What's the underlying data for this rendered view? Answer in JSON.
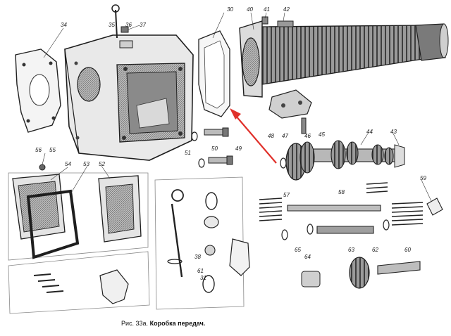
{
  "caption": {
    "prefix": "Рис. 33а.",
    "title": "Коробка передач."
  },
  "colors": {
    "ink": "#1e1e1e",
    "shade": "#6b6b6b",
    "light": "#cfcfcf",
    "arrow": "#e0302a"
  },
  "callouts": [
    "30",
    "31",
    "34",
    "35",
    "36",
    "37",
    "38",
    "40",
    "41",
    "42",
    "43",
    "44",
    "45",
    "46",
    "47",
    "48",
    "49",
    "50",
    "51",
    "52",
    "53",
    "54",
    "55",
    "56",
    "57",
    "58",
    "59",
    "60",
    "61",
    "62",
    "63",
    "64",
    "65"
  ]
}
